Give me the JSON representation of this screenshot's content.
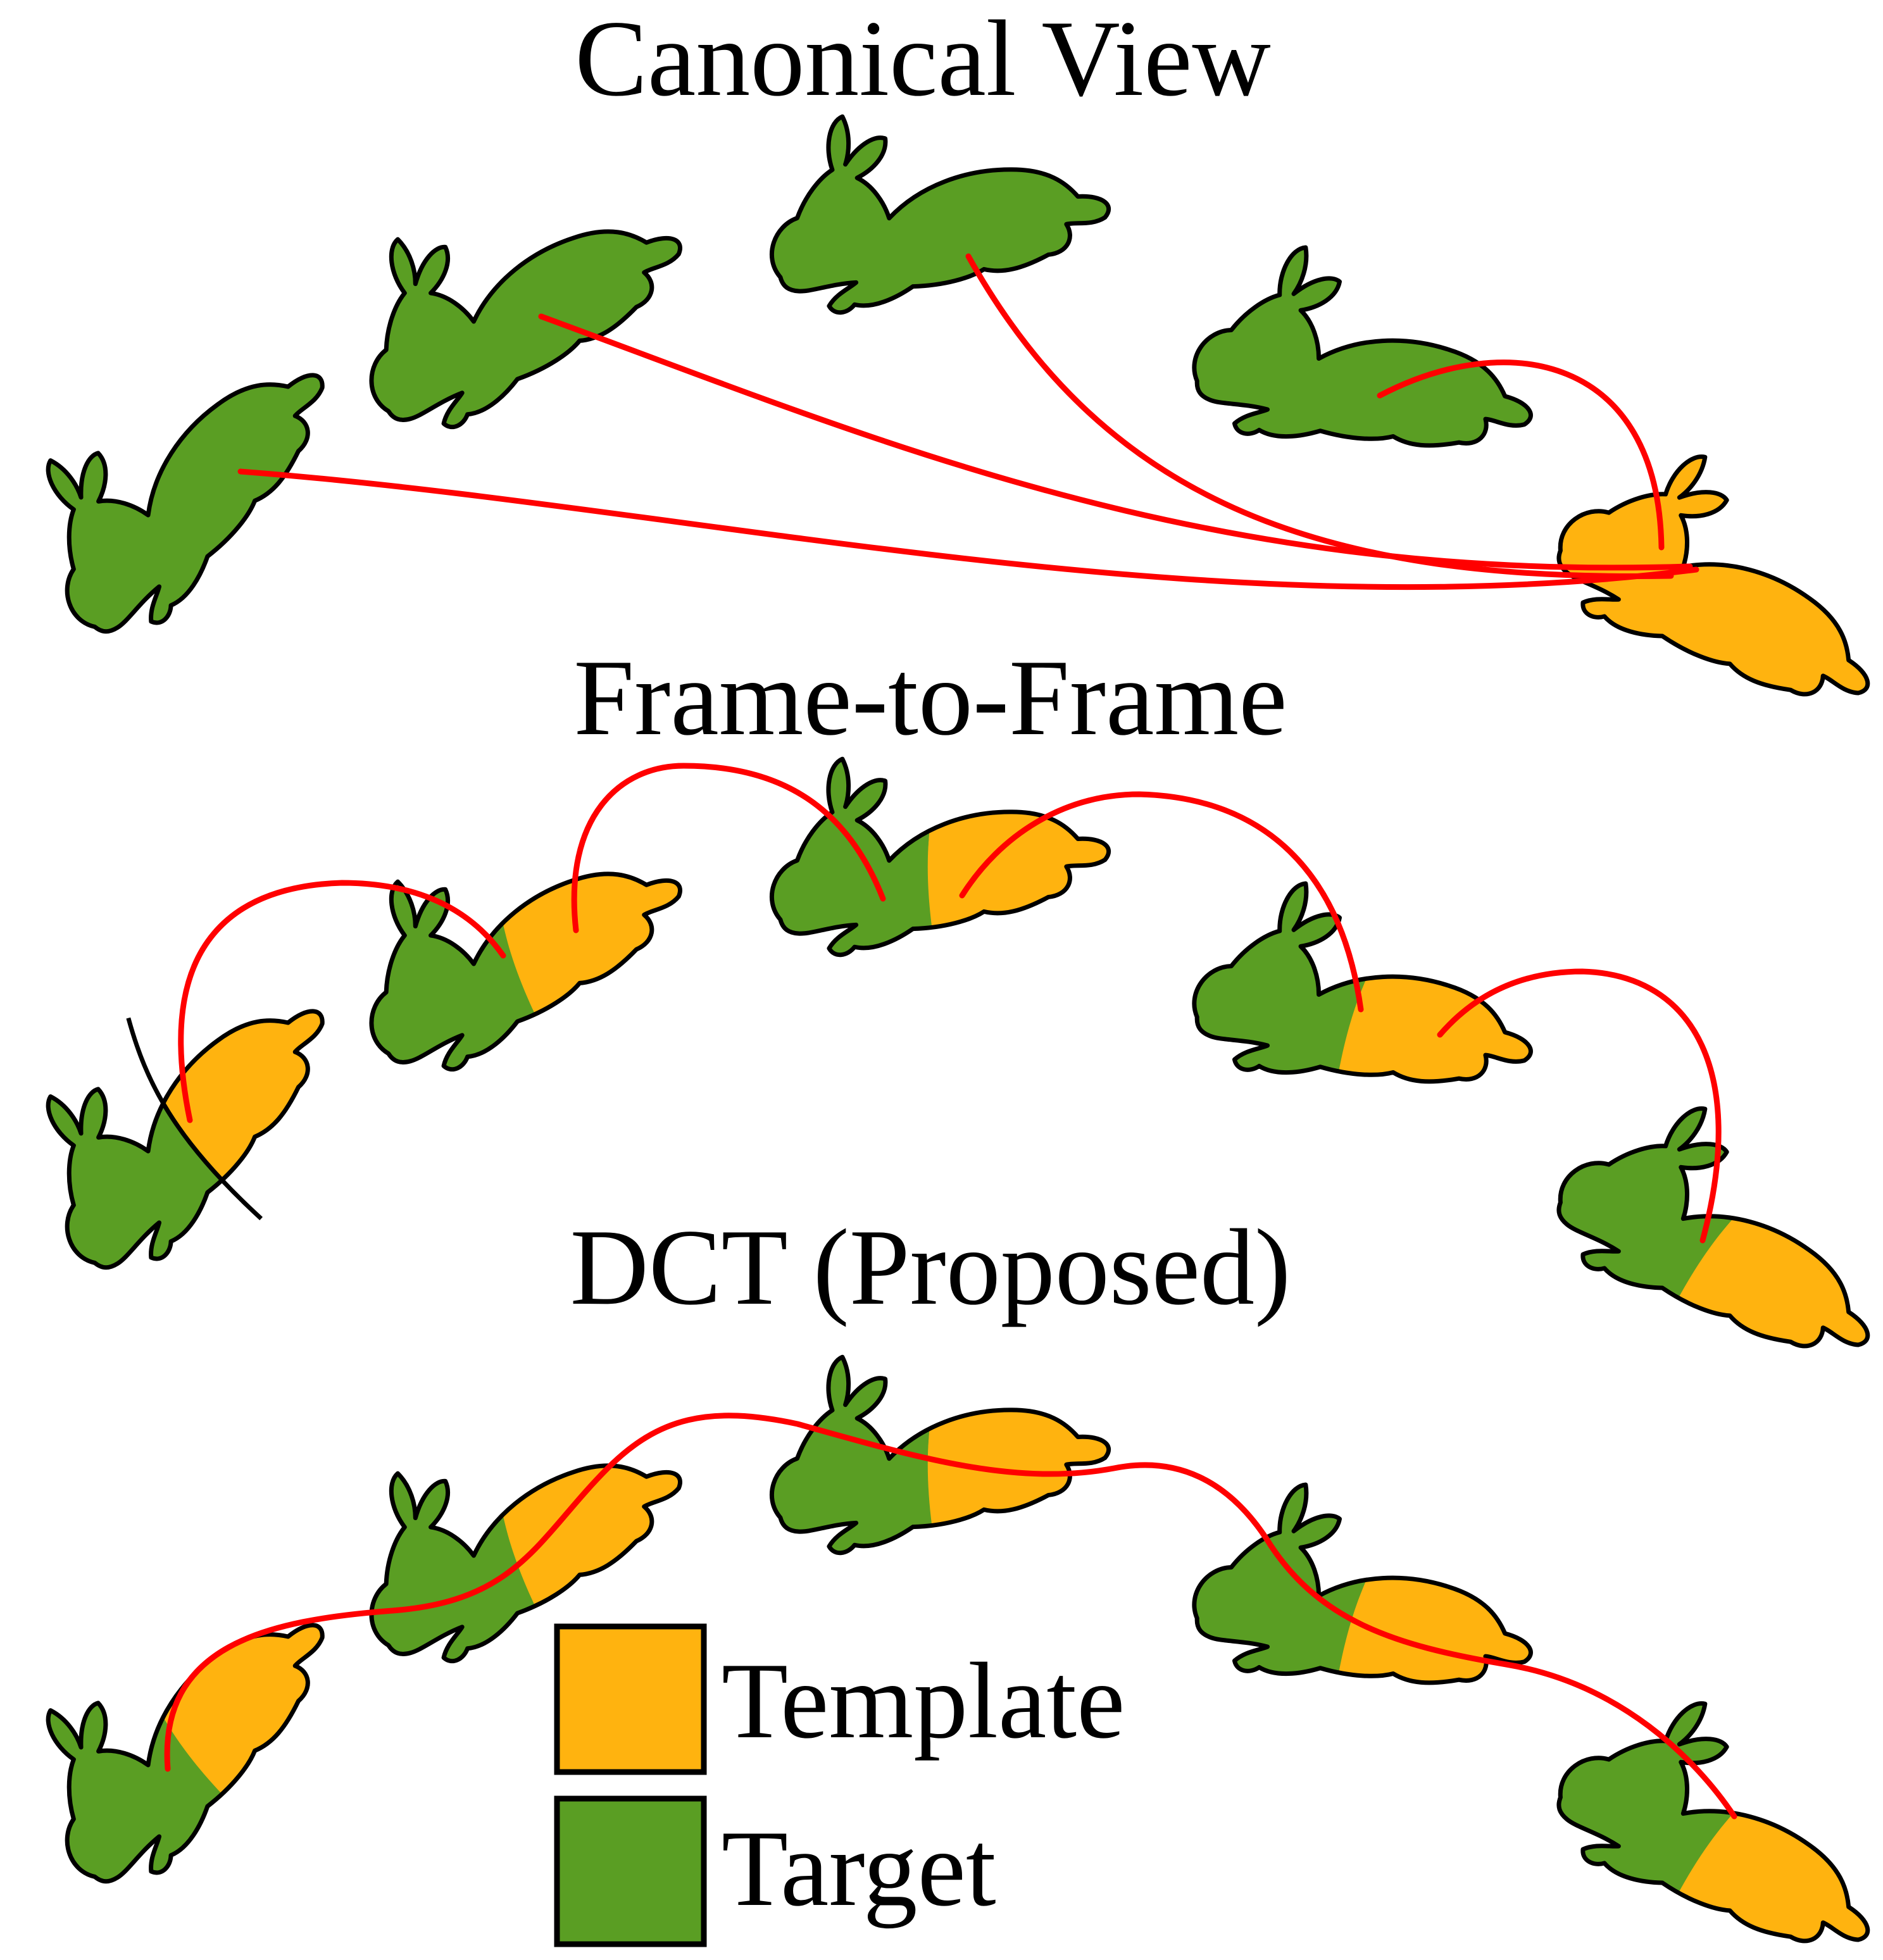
{
  "panels": [
    {
      "title": "Canonical View",
      "frames": [
        {
          "role": "target"
        },
        {
          "role": "target"
        },
        {
          "role": "target"
        },
        {
          "role": "target"
        },
        {
          "role": "template"
        }
      ],
      "correspondences": [
        "frame-1-to-template",
        "frame-2-to-template",
        "frame-3-to-template",
        "frame-4-to-template"
      ]
    },
    {
      "title": "Frame-to-Frame",
      "frames": [
        {
          "role": "split"
        },
        {
          "role": "split"
        },
        {
          "role": "split"
        },
        {
          "role": "split"
        },
        {
          "role": "split"
        }
      ],
      "correspondences": [
        "frame-1-to-2",
        "frame-2-to-3",
        "frame-3-to-4",
        "frame-4-to-5"
      ]
    },
    {
      "title": "DCT (Proposed)",
      "frames": [
        {
          "role": "split"
        },
        {
          "role": "split"
        },
        {
          "role": "split"
        },
        {
          "role": "split"
        },
        {
          "role": "split"
        }
      ],
      "correspondences": [
        "continuous-trajectory"
      ]
    }
  ],
  "legend": [
    {
      "label": "Template",
      "color": "#FFB30F"
    },
    {
      "label": "Target",
      "color": "#5A9E23"
    }
  ],
  "colors": {
    "template": "#FFB30F",
    "target": "#5A9E23",
    "correspondence": "#FF0000",
    "outline": "#000000"
  }
}
